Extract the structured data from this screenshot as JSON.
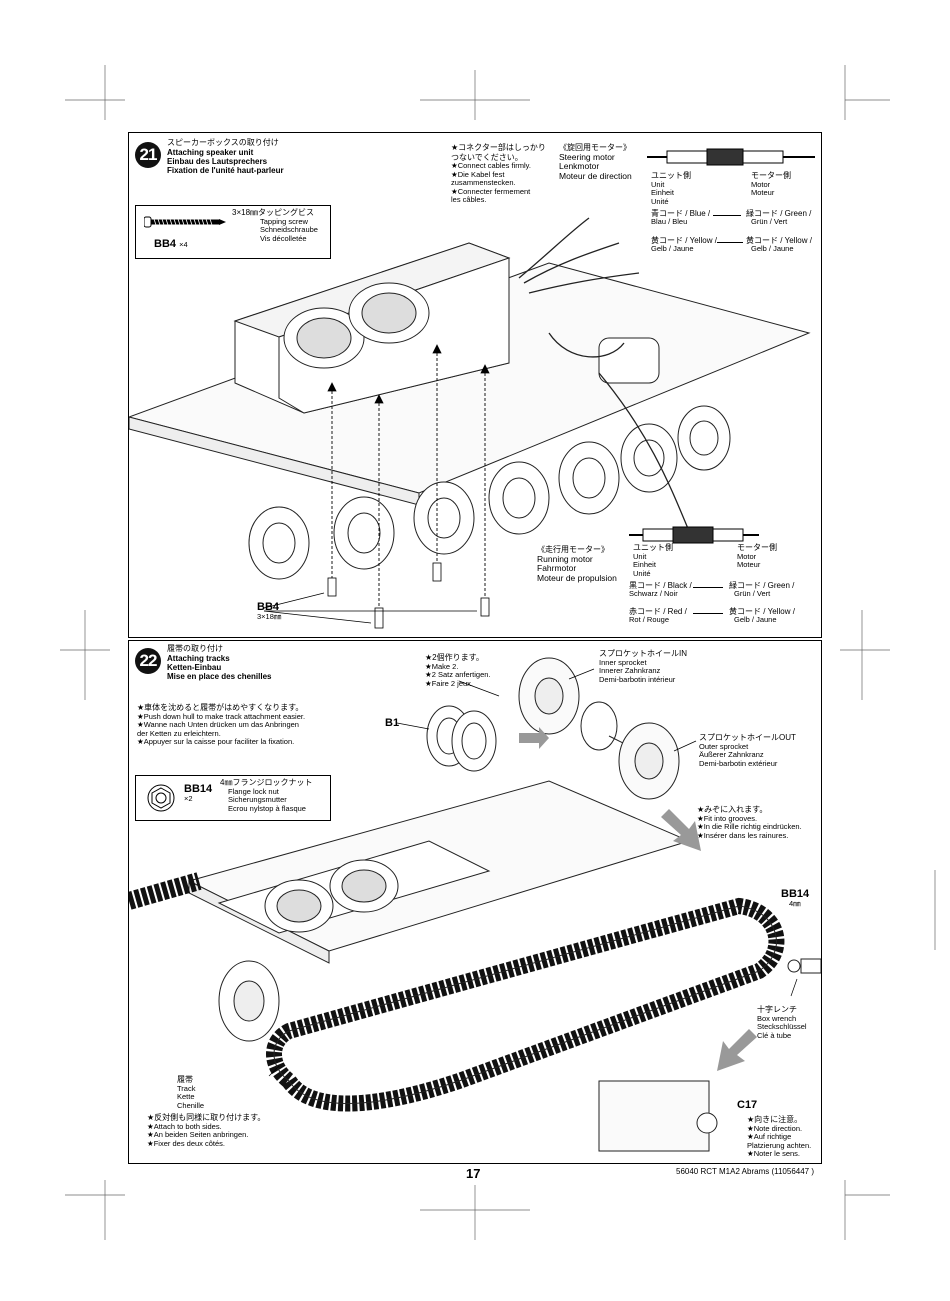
{
  "step21": {
    "number": "21",
    "title_jp": "スピーカーボックスの取り付け",
    "title_en": "Attaching speaker unit",
    "title_de": "Einbau des Lautsprechers",
    "title_fr": "Fixation de l'unité haut-parleur",
    "screw": {
      "size": "3×18㎜タッピングビス",
      "en": "Tapping screw",
      "de": "Schneidschraube",
      "fr": "Vis décolletée",
      "code": "BB4",
      "qty": "×4"
    },
    "connector_note": [
      "★コネクター部はしっかり",
      "つないでください。",
      "★Connect cables firmly.",
      "★Die Kabel fest",
      "zusammenstecken.",
      "★Connecter fermement",
      "les câbles."
    ],
    "steering_motor": {
      "jp": "《旋回用モーター》",
      "en": "Steering motor",
      "de": "Lenkmotor",
      "fr": "Moteur de direction"
    },
    "steering_wires": {
      "unit_jp": "ユニット側",
      "unit_en": "Unit",
      "unit_de": "Einheit",
      "unit_fr": "Unité",
      "motor_jp": "モーター側",
      "motor_en": "Motor",
      "motor_fr": "Moteur",
      "blue": "青コード / Blue /",
      "blue2": "Blau / Bleu",
      "green": "緑コード / Green /",
      "green2": "Grün / Vert",
      "yellow": "黄コード / Yellow /",
      "yellow2": "Gelb / Jaune",
      "yellow_r": "黄コード / Yellow /",
      "yellow_r2": "Gelb / Jaune"
    },
    "running_motor": {
      "jp": "《走行用モーター》",
      "en": "Running motor",
      "de": "Fahrmotor",
      "fr": "Moteur de propulsion"
    },
    "running_wires": {
      "unit_jp": "ユニット側",
      "unit_en": "Unit",
      "unit_de": "Einheit",
      "unit_fr": "Unité",
      "motor_jp": "モーター側",
      "motor_en": "Motor",
      "motor_fr": "Moteur",
      "black": "黒コード / Black /",
      "black2": "Schwarz / Noir",
      "green": "緑コード / Green /",
      "green2": "Grün / Vert",
      "red": "赤コード / Red /",
      "red2": "Rot / Rouge",
      "yellow": "黄コード / Yellow /",
      "yellow2": "Gelb / Jaune"
    },
    "bottom_label": "BB4",
    "bottom_size": "3×18㎜"
  },
  "step22": {
    "number": "22",
    "title_jp": "履帯の取り付け",
    "title_en": "Attaching tracks",
    "title_de": "Ketten-Einbau",
    "title_fr": "Mise en place des chenilles",
    "push_note": [
      "★車体を沈めると履帯がはめやすくなります。",
      "★Push down hull to make track attachment easier.",
      "★Wanne nach Unten drücken um das Anbringen",
      "der Ketten zu erleichtern.",
      "★Appuyer sur la caisse pour faciliter la fixation."
    ],
    "make2": [
      "★2個作ります。",
      "★Make 2.",
      "★2 Satz anfertigen.",
      "★Faire 2 jeux."
    ],
    "b1": "B1",
    "sprocket_in": [
      "スプロケットホイールIN",
      "Inner sprocket",
      "Innerer Zahnkranz",
      "Demi-barbotin intérieur"
    ],
    "sprocket_out": [
      "スプロケットホイールOUT",
      "Outer sprocket",
      "Äußerer Zahnkranz",
      "Demi-barbotin extérieur"
    ],
    "nut": {
      "size": "4㎜フランジロックナット",
      "en": "Flange lock nut",
      "de": "Sicherungsmutter",
      "fr": "Ecrou nylstop à flasque",
      "code": "BB14",
      "qty": "×2"
    },
    "fit_note": [
      "★みぞに入れます。",
      "★Fit into grooves.",
      "★In die Rille richtig eindrücken.",
      "★Insérer dans les rainures."
    ],
    "bb14_label": "BB14",
    "bb14_size": "4㎜",
    "wrench": [
      "十字レンチ",
      "Box wrench",
      "Steckschlüssel",
      "Clé à tube"
    ],
    "track": [
      "履帯",
      "Track",
      "Kette",
      "Chenille"
    ],
    "both_sides": [
      "★反対側も同様に取り付けます。",
      "★Attach to both sides.",
      "★An beiden Seiten anbringen.",
      "★Fixer des deux côtés."
    ],
    "c17": "C17",
    "direction": [
      "★向きに注意。",
      "★Note direction.",
      "★Auf richtige",
      "Platzierung achten.",
      "★Noter le sens."
    ]
  },
  "footer": {
    "page": "17",
    "code": "56040  RCT M1A2 Abrams (11056447 )"
  }
}
